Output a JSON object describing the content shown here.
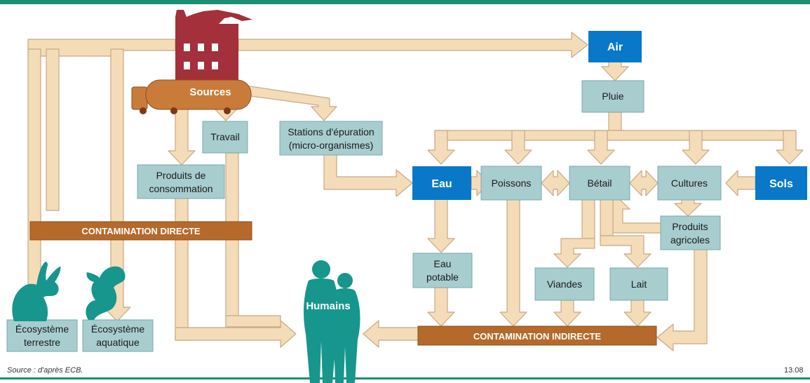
{
  "colors": {
    "top_bar": "#1a8f73",
    "bottom_line": "#1a8f73",
    "arrow_fill": "#f4dcb8",
    "arrow_stroke": "#c8a884",
    "blue_box": "#0a78c8",
    "teal_box": "#a8cdcf",
    "contamination_bar": "#b56a2b",
    "factory": "#a3303a",
    "tanker": "#c97c3a",
    "people": "#16968c",
    "animals": "#16968c"
  },
  "nodes": {
    "air": "Air",
    "pluie": "Pluie",
    "sources": "Sources",
    "travail": "Travail",
    "stations_line1": "Stations d'épuration",
    "stations_line2": "(micro-organismes)",
    "produits_conso_line1": "Produits de",
    "produits_conso_line2": "consommation",
    "eau": "Eau",
    "poissons": "Poissons",
    "betail": "Bétail",
    "cultures": "Cultures",
    "sols": "Sols",
    "produits_agri_line1": "Produits",
    "produits_agri_line2": "agricoles",
    "eau_potable_line1": "Eau",
    "eau_potable_line2": "potable",
    "viandes": "Viandes",
    "lait": "Lait",
    "humains": "Humains",
    "eco_terrestre_line1": "Écosystème",
    "eco_terrestre_line2": "terrestre",
    "eco_aquatique_line1": "Écosystème",
    "eco_aquatique_line2": "aquatique"
  },
  "bars": {
    "directe": "CONTAMINATION DIRECTE",
    "indirecte": "CONTAMINATION INDIRECTE"
  },
  "footer": {
    "source": "Source :  d'après ECB.",
    "code": "13.08"
  }
}
